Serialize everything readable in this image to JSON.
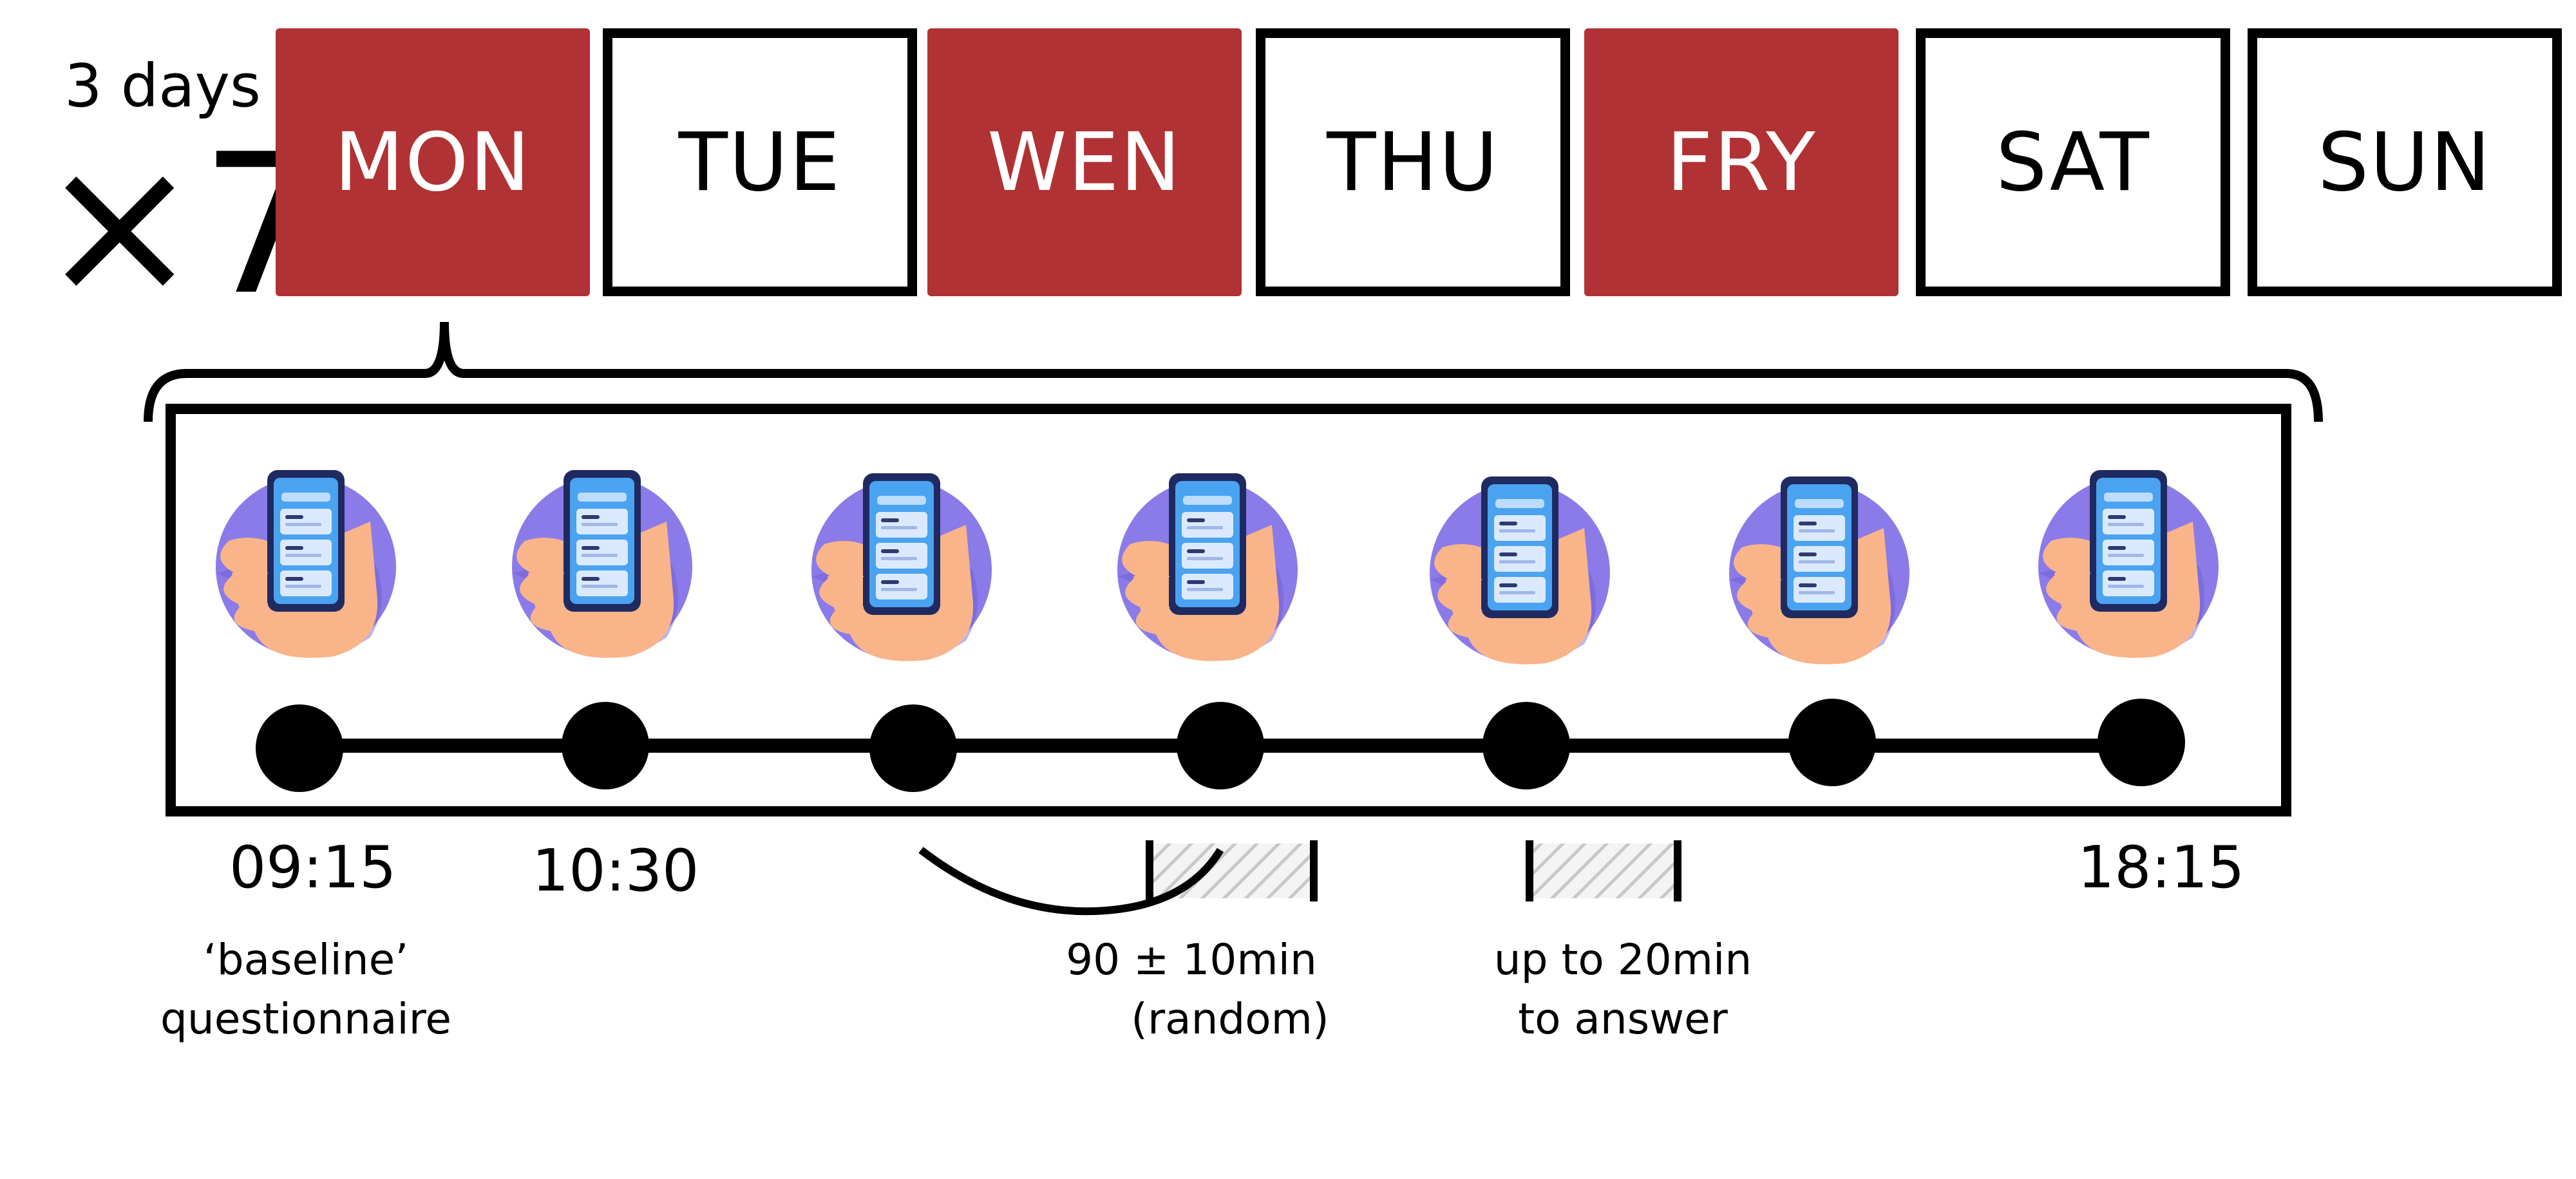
{
  "multiplier": {
    "days": "3 days",
    "count": "×7"
  },
  "days": [
    {
      "label": "MON",
      "active": true
    },
    {
      "label": "TUE",
      "active": false
    },
    {
      "label": "WEN",
      "active": true
    },
    {
      "label": "THU",
      "active": false
    },
    {
      "label": "FRY",
      "active": true
    },
    {
      "label": "SAT",
      "active": false
    },
    {
      "label": "SUN",
      "active": false
    }
  ],
  "colors": {
    "active_day": "#b13234",
    "phone_bg": "#8b7be8",
    "hand": "#f9b48a",
    "phone": "#4aa3f0"
  },
  "timeline": {
    "times": [
      "09:15",
      "10:30",
      "18:15"
    ],
    "notes": {
      "baseline": [
        "‘baseline’",
        "questionnaire"
      ],
      "interval": [
        "90 ± 10min",
        "(random)"
      ],
      "answer": [
        "up to 20min",
        "to answer"
      ]
    }
  },
  "icons": {
    "schedule_point": "smartphone-in-hand-icon"
  }
}
